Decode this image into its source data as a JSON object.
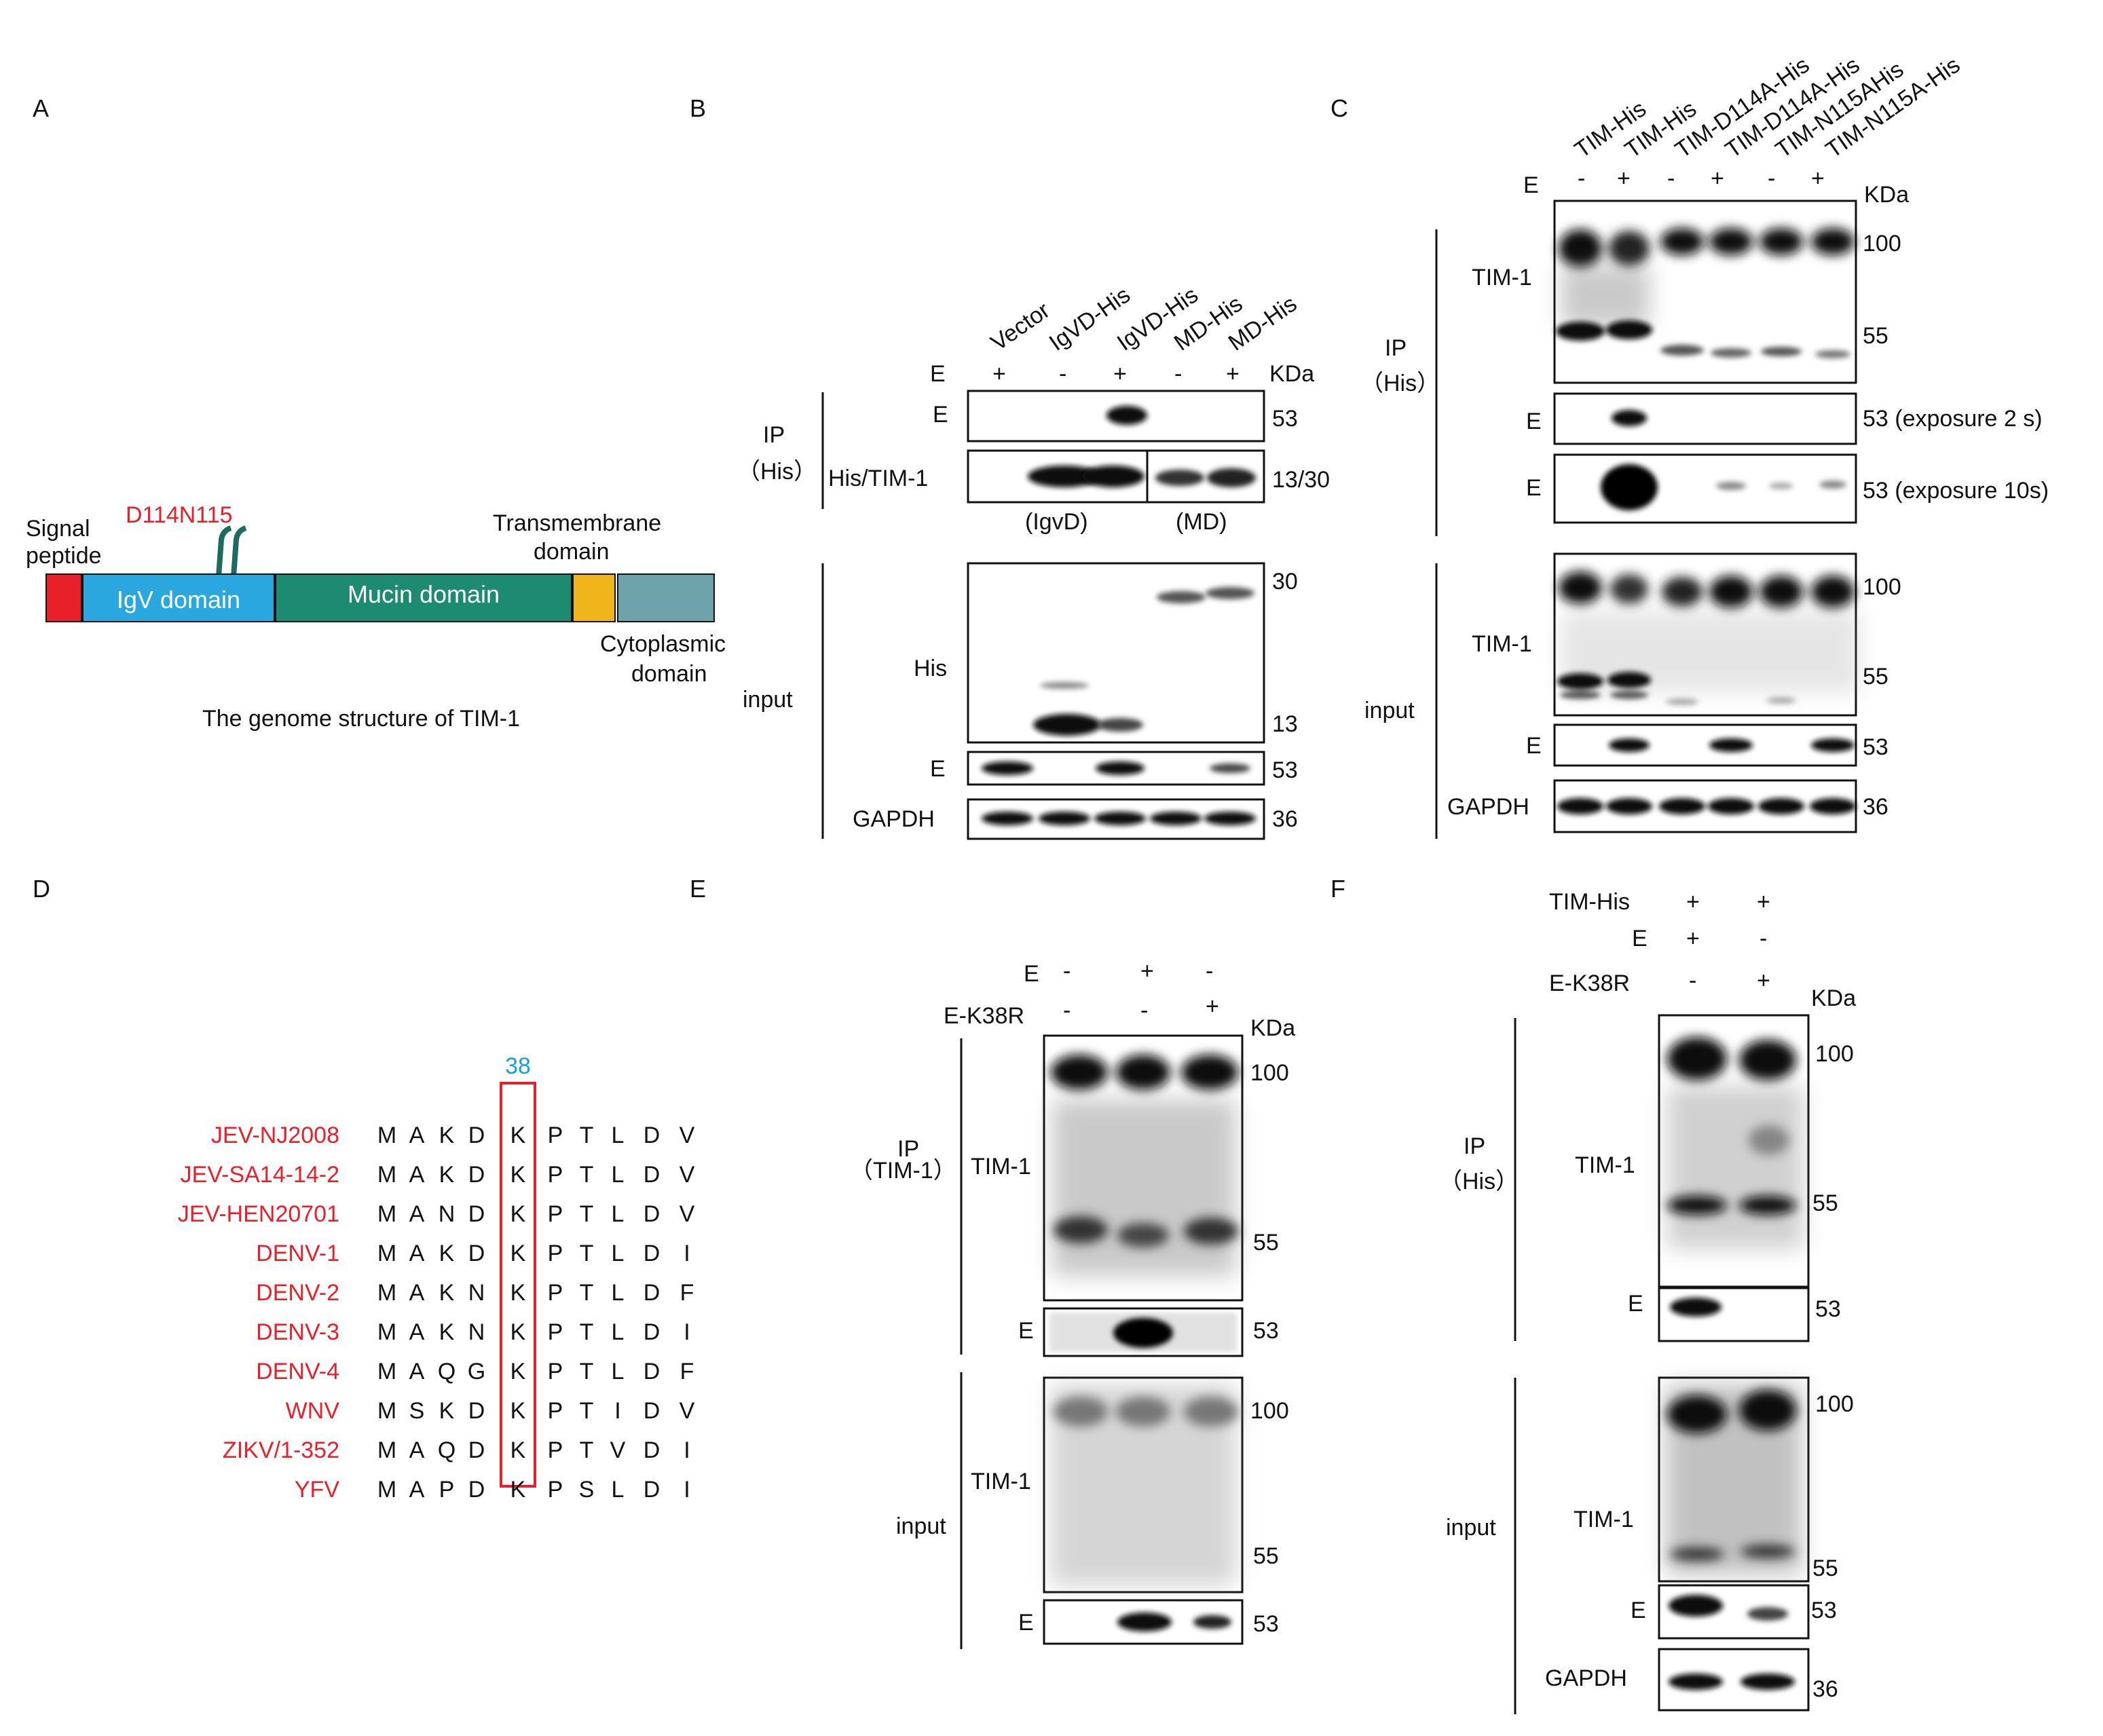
{
  "panels": {
    "A": {
      "letter": "A",
      "signal_label": [
        "Signal",
        "peptide"
      ],
      "mut_label": "D114N115",
      "domains": [
        "IgV domain",
        "Mucin domain"
      ],
      "tm_label": [
        "Transmembrane",
        "domain"
      ],
      "cyto_label": [
        "Cytoplasmic",
        "domain"
      ],
      "caption": "The genome structure of TIM-1",
      "colors": {
        "signal": "#e8202a",
        "igv": "#2aa7df",
        "mucin": "#1d8a72",
        "tm": "#f1b51c",
        "cyto": "#6fa3ab"
      }
    },
    "B": {
      "letter": "B",
      "lanes": [
        "Vector",
        "IgVD-His",
        "IgVD-His",
        "MD-His",
        "MD-His"
      ],
      "e_row": [
        "+",
        "-",
        "+",
        "-",
        "+"
      ],
      "e_label": "E",
      "kda": "KDa",
      "ip": [
        "IP",
        "（His）"
      ],
      "input": "input",
      "rows": [
        "E",
        "His/TIM-1",
        "His",
        "E",
        "GAPDH"
      ],
      "mw": [
        "53",
        "13/30",
        "30",
        "13",
        "53",
        "36"
      ],
      "sub": [
        "(IgvD)",
        "(MD)"
      ]
    },
    "C": {
      "letter": "C",
      "lanes": [
        "TIM-His",
        "TIM-His",
        "TIM-D114A-His",
        "TIM-D114A-His",
        "TIM-N115AHis",
        "TIM-N115A-His"
      ],
      "e_row": [
        "-",
        "+",
        "-",
        "+",
        "-",
        "+"
      ],
      "e_label": "E",
      "kda": "KDa",
      "ip": [
        "IP",
        "（His）"
      ],
      "input": "input",
      "rows": [
        "TIM-1",
        "E",
        "E",
        "TIM-1",
        "E",
        "GAPDH"
      ],
      "mw": [
        "100",
        "55",
        "53 (exposure 2 s)",
        "53 (exposure 10s)",
        "100",
        "55",
        "53",
        "36"
      ]
    },
    "D": {
      "letter": "D",
      "position": "38",
      "strains": [
        "JEV-NJ2008",
        "JEV-SA14-14-2",
        "JEV-HEN20701",
        "DENV-1",
        "DENV-2",
        "DENV-3",
        "DENV-4",
        "WNV",
        "ZIKV/1-352",
        "YFV"
      ],
      "seqs": [
        [
          "M",
          "A",
          "K",
          "D",
          "K",
          "P",
          "T",
          "L",
          "D",
          "V"
        ],
        [
          "M",
          "A",
          "K",
          "D",
          "K",
          "P",
          "T",
          "L",
          "D",
          "V"
        ],
        [
          "M",
          "A",
          "N",
          "D",
          "K",
          "P",
          "T",
          "L",
          "D",
          "V"
        ],
        [
          "M",
          "A",
          "K",
          "D",
          "K",
          "P",
          "T",
          "L",
          "D",
          "I"
        ],
        [
          "M",
          "A",
          "K",
          "N",
          "K",
          "P",
          "T",
          "L",
          "D",
          "F"
        ],
        [
          "M",
          "A",
          "K",
          "N",
          "K",
          "P",
          "T",
          "L",
          "D",
          "I"
        ],
        [
          "M",
          "A",
          "Q",
          "G",
          "K",
          "P",
          "T",
          "L",
          "D",
          "F"
        ],
        [
          "M",
          "S",
          "K",
          "D",
          "K",
          "P",
          "T",
          "I",
          "D",
          "V"
        ],
        [
          "M",
          "A",
          "Q",
          "D",
          "K",
          "P",
          "T",
          "V",
          "D",
          "I"
        ],
        [
          "M",
          "A",
          "P",
          "D",
          "K",
          "P",
          "S",
          "L",
          "D",
          "I"
        ]
      ]
    },
    "E": {
      "letter": "E",
      "cond_labels": [
        "E",
        "E-K38R"
      ],
      "cond_rows": [
        [
          "-",
          "+",
          "-"
        ],
        [
          "-",
          "-",
          "+"
        ]
      ],
      "kda": "KDa",
      "ip": [
        "IP",
        "（TIM-1）"
      ],
      "input": "input",
      "rows": [
        "TIM-1",
        "E",
        "TIM-1",
        "E"
      ],
      "mw": [
        "100",
        "55",
        "53",
        "100",
        "55",
        "53"
      ]
    },
    "F": {
      "letter": "F",
      "cond_labels": [
        "TIM-His",
        "E",
        "E-K38R"
      ],
      "cond_rows": [
        [
          "+",
          "+"
        ],
        [
          "+",
          "-"
        ],
        [
          "-",
          "+"
        ]
      ],
      "kda": "KDa",
      "ip": [
        "IP",
        "（His）"
      ],
      "input": "input",
      "rows": [
        "TIM-1",
        "E",
        "TIM-1",
        "E",
        "GAPDH"
      ],
      "mw": [
        "100",
        "55",
        "53",
        "100",
        "55",
        "53",
        "36"
      ]
    }
  }
}
